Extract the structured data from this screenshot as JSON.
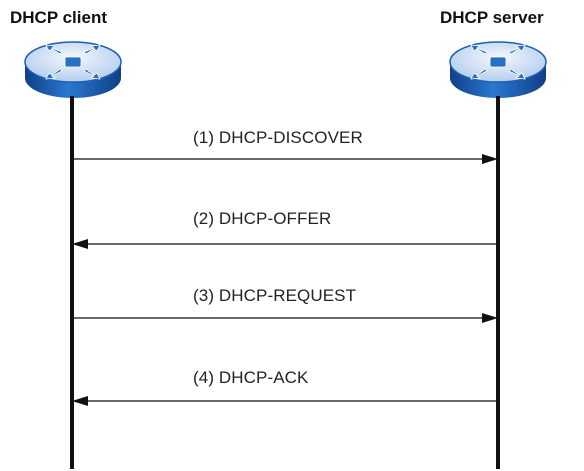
{
  "actors": {
    "client": {
      "label": "DHCP client",
      "icon": "router-icon"
    },
    "server": {
      "label": "DHCP server",
      "icon": "router-icon"
    }
  },
  "messages": [
    {
      "label": "(1) DHCP-DISCOVER",
      "from": "client",
      "to": "server"
    },
    {
      "label": "(2) DHCP-OFFER",
      "from": "server",
      "to": "client"
    },
    {
      "label": "(3) DHCP-REQUEST",
      "from": "client",
      "to": "server"
    },
    {
      "label": "(4) DHCP-ACK",
      "from": "server",
      "to": "client"
    }
  ],
  "colors": {
    "device_top": "#dce8f6",
    "device_side": "#1d5fb5",
    "line": "#111111"
  }
}
